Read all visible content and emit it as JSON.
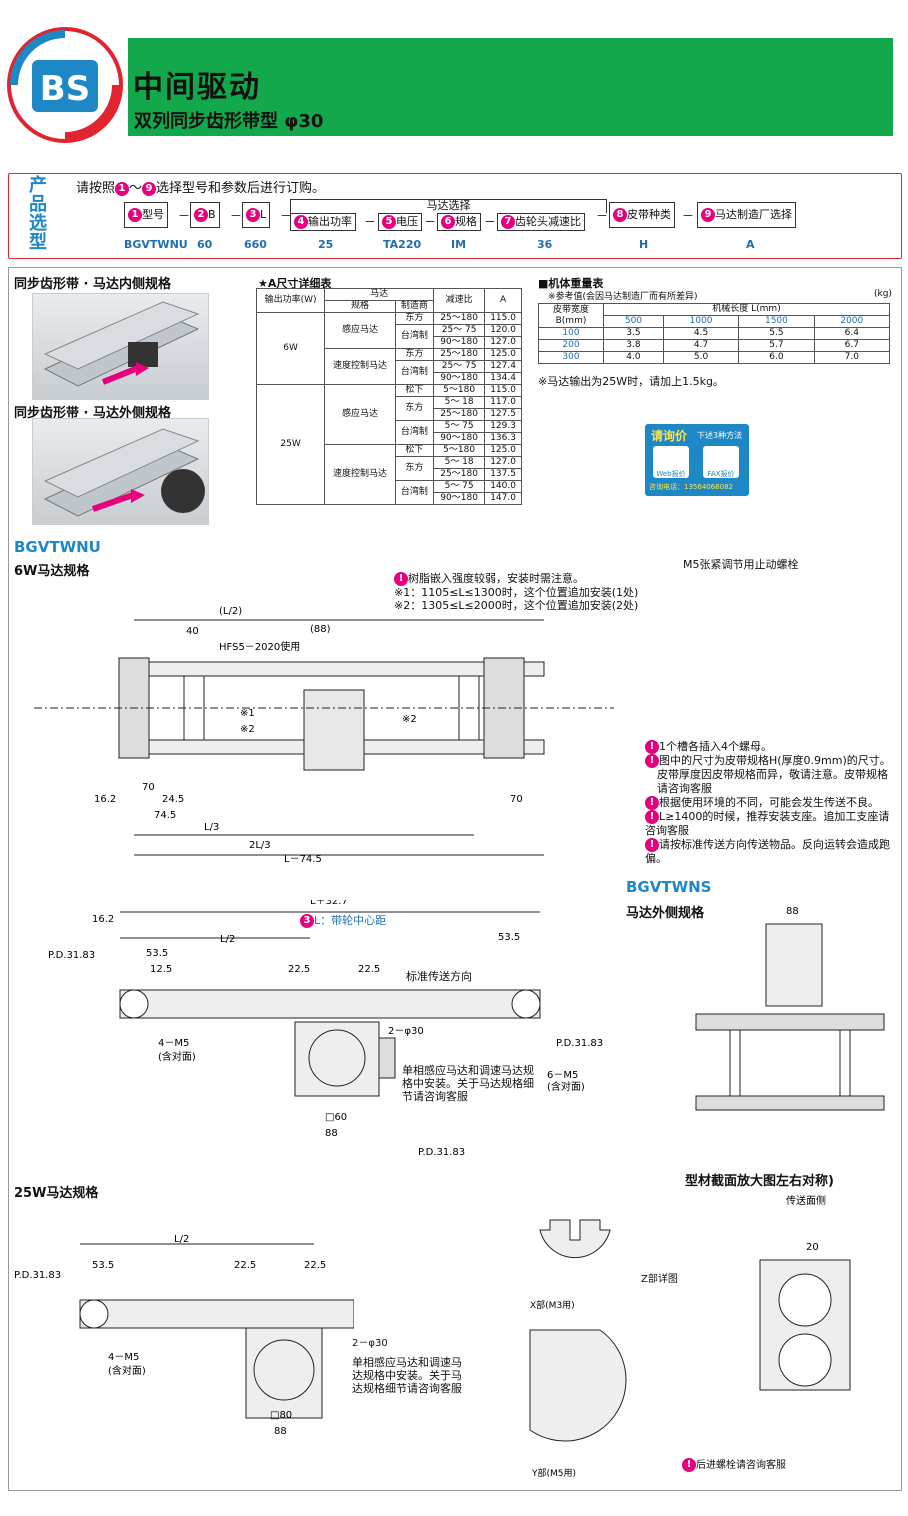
{
  "header": {
    "logo_text": "BS",
    "title": "中间驱动",
    "subtitle": "双列同步齿形带型 φ30"
  },
  "selection": {
    "side_label": "产品选型",
    "intro_pre": "请按照",
    "intro_b1": "1",
    "intro_mid": "～",
    "intro_b2": "9",
    "intro_post": "选择型号和参数后进行订购。",
    "motor_group": "马达选择",
    "fields": [
      {
        "n": "1",
        "label": "型号"
      },
      {
        "n": "2",
        "label": "B"
      },
      {
        "n": "3",
        "label": "L"
      },
      {
        "n": "4",
        "label": "输出功率"
      },
      {
        "n": "5",
        "label": "电压"
      },
      {
        "n": "6",
        "label": "规格"
      },
      {
        "n": "7",
        "label": "齿轮头减速比"
      },
      {
        "n": "8",
        "label": "皮带种类"
      },
      {
        "n": "9",
        "label": "马达制造厂选择"
      }
    ],
    "codes": [
      "BGVTWNU",
      "60",
      "660",
      "25",
      "TA220",
      "IM",
      "36",
      "H",
      "A"
    ]
  },
  "specs": {
    "inner_title": "同步齿形带 · 马达内侧规格",
    "outer_title": "同步齿形带 · 马达外侧规格",
    "a_table_title": "★A尺寸详细表",
    "a_headers": [
      "输出功率(W)",
      "马达",
      "规格",
      "制造商",
      "减速比",
      "A"
    ],
    "a_rows": [
      [
        "东方",
        "25～180",
        "115.0"
      ],
      [
        "",
        "25～ 75",
        "120.0"
      ],
      [
        "",
        "90～180",
        "127.0"
      ],
      [
        "东方",
        "25～180",
        "125.0"
      ],
      [
        "",
        "25～ 75",
        "127.4"
      ],
      [
        "",
        "90～180",
        "134.4"
      ],
      [
        "松下",
        "5～180",
        "115.0"
      ],
      [
        "",
        "5～ 18",
        "117.0"
      ],
      [
        "",
        "25～180",
        "127.5"
      ],
      [
        "",
        "5～ 75",
        "129.3"
      ],
      [
        "",
        "90～180",
        "136.3"
      ],
      [
        "松下",
        "5～180",
        "125.0"
      ],
      [
        "",
        "5～ 18",
        "127.0"
      ],
      [
        "",
        "25～180",
        "137.5"
      ],
      [
        "",
        "5～ 75",
        "140.0"
      ],
      [
        "",
        "90～180",
        "147.0"
      ]
    ],
    "power_6w": "6W",
    "power_25w": "25W",
    "spec_induction": "感应马达",
    "spec_speed": "速度控制马达",
    "maker_tw": "台湾制",
    "maker_east": "东方",
    "weight_title": "■机体重量表",
    "weight_note": "※参考值(会因马达制造厂而有所差异)",
    "weight_unit": "(kg)",
    "weight_col_b": "皮带宽度 B(mm)",
    "weight_col_l": "机械长度 L(mm)",
    "weight_lengths": [
      "500",
      "1000",
      "1500",
      "2000"
    ],
    "weight_rows": [
      {
        "b": "100",
        "v": [
          "3.5",
          "4.5",
          "5.5",
          "6.4"
        ]
      },
      {
        "b": "200",
        "v": [
          "3.8",
          "4.7",
          "5.7",
          "6.7"
        ]
      },
      {
        "b": "300",
        "v": [
          "4.0",
          "5.0",
          "6.0",
          "7.0"
        ]
      }
    ],
    "weight_footnote": "※马达输出为25W时，请加上1.5kg。",
    "inquiry_title": "请询价",
    "inquiry_sub": "下述3种方法",
    "inquiry_web": "Web报价",
    "inquiry_fax": "FAX报价",
    "inquiry_phone": "咨询电话：13564068082"
  },
  "drawing": {
    "model_u": "BGVTWNU",
    "motor6w": "6W马达规格",
    "model_s": "BGVTWNS",
    "motor_outer": "马达外侧规格",
    "motor25w": "25W马达规格",
    "profile_title": "型材截面放大图左右对称)",
    "notes_top": [
      "树脂嵌入强度较弱，安装时需注意。",
      "※1：1105≤L≤1300时，这个位置追加安装(1处)",
      "※2：1305≤L≤2000时，这个位置追加安装(2处)"
    ],
    "notes_right": [
      "1个槽各插入4个螺母。",
      "图中的尺寸为皮带规格H(厚度0.9mm)的尺寸。",
      "皮带厚度因皮带规格而异，敬请注意。皮带规格请咨询客服",
      "根据使用环境的不同，可能会发生传送不良。",
      "L≥1400的时候，推荐安装支座。追加工支座请咨询客服",
      "请按标准传送方向传送物品。反向运转会造成跑偏。"
    ],
    "m5_label": "M5张紧调节用止动螺栓",
    "conveying_dir": "标准传送方向",
    "l_label": "L：带轮中心距",
    "install_note": "单相感应马达和调速马达规格中安装。关于马达规格细节请咨询客服",
    "install_note2": "单相感应马达和调速马达规格中安装。关于马达规格细节请咨询客服",
    "rear_bolt": "后进螺栓请咨询客服",
    "conveying_face": "传送面侧",
    "x_part": "X部",
    "y_part": "Y部",
    "z_part": "Z部",
    "x_m3": "X部(M3用)",
    "y_m5": "Y部(M5用)",
    "z_detail": "Z部详图"
  },
  "colors": {
    "green": "#12a84b",
    "red": "#e2242f",
    "blue": "#1e88c7",
    "pink": "#e6007e"
  }
}
